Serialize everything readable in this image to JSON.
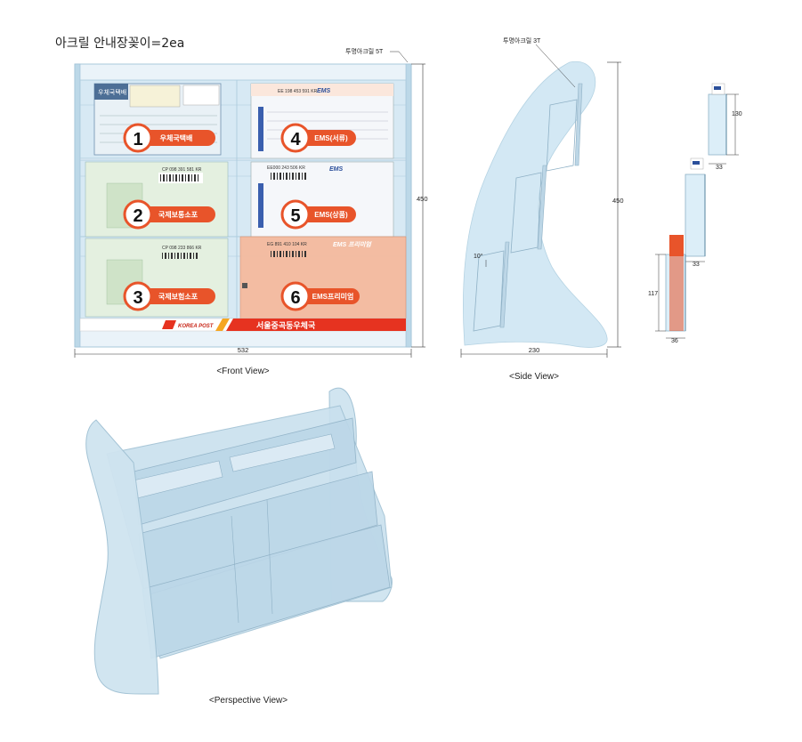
{
  "title": "아크릴 안내장꽂이=2ea",
  "front": {
    "caption": "<Front View>",
    "material_note": "투명아크릴 5T",
    "width": "532",
    "height": "450",
    "pockets": [
      {
        "number": "1",
        "label": "우체국택배"
      },
      {
        "number": "2",
        "label": "국제보통소포"
      },
      {
        "number": "3",
        "label": "국제보험소포"
      },
      {
        "number": "4",
        "label": "EMS(서류)"
      },
      {
        "number": "5",
        "label": "EMS(상품)"
      },
      {
        "number": "6",
        "label": "EMS프리미엄"
      }
    ],
    "banner_logo": "KOREA POST",
    "banner_text": "서울중곡동우체국",
    "form_texts": {
      "form1_title": "우체국택배",
      "form4_code": "EE 198 453 591 KR",
      "form4_brand": "EMS",
      "form5_code": "EE000 243 506 KR",
      "form5_brand": "EMS",
      "form2_code": "CP 098 391 581 KR",
      "form3_code": "CP 098 233 866 KR",
      "form6_code": "EG 891 410 104 KR",
      "form6_brand": "EMS 프리미엄"
    }
  },
  "side": {
    "caption": "<Side View>",
    "material_note": "투명아크릴 3T",
    "height": "450",
    "depth": "230",
    "angle": "10°"
  },
  "detail": {
    "dims": [
      "130",
      "33",
      "33",
      "117",
      "36"
    ]
  },
  "perspective": {
    "caption": "<Perspective View>"
  },
  "colors": {
    "acrylic": "#cfe6f3",
    "acrylic_edge": "#8fb8cf",
    "badge_orange": "#e8542a",
    "banner_red": "#e63320",
    "ems_orange": "#f08a5a"
  }
}
